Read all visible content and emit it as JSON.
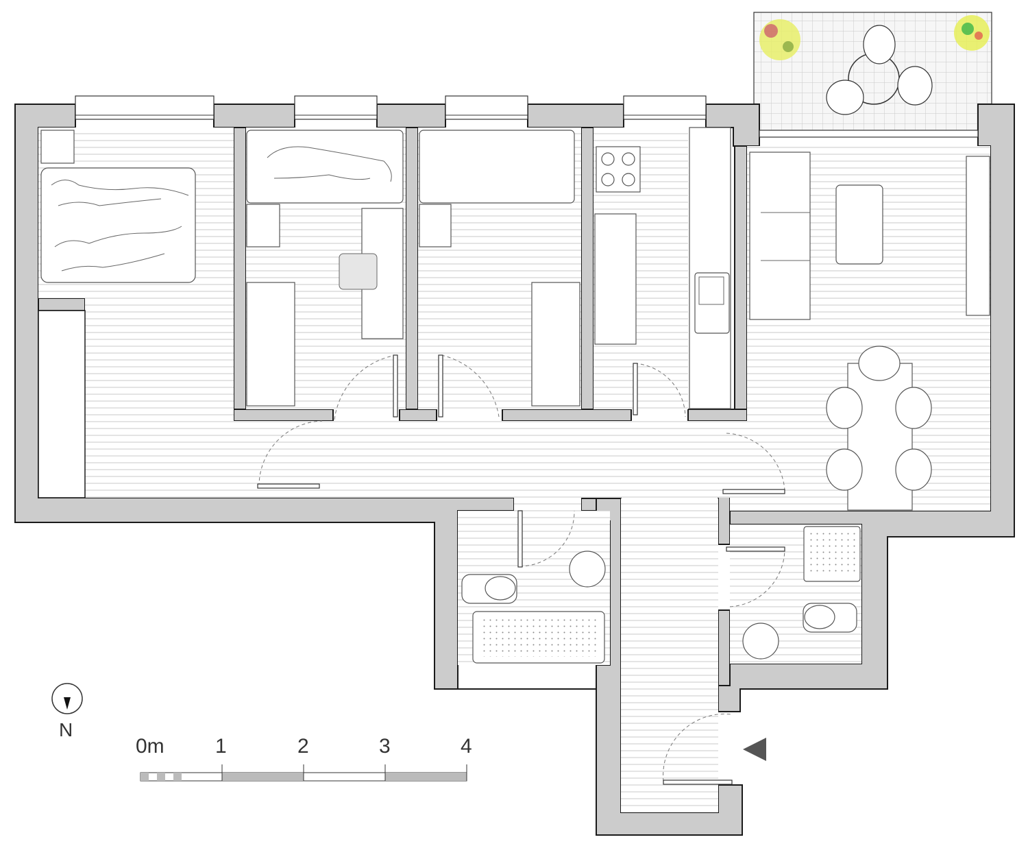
{
  "north": {
    "label": "N"
  },
  "scale_bar": {
    "labels": [
      "0m",
      "1",
      "2",
      "3",
      "4"
    ]
  },
  "colors": {
    "wall": "#cccccc",
    "line": "#1a1a1a",
    "stripe": "#dcdcdc",
    "entrance_arrow": "#555555"
  },
  "icons": [
    "north-arrow-icon",
    "entrance-arrow-icon"
  ]
}
